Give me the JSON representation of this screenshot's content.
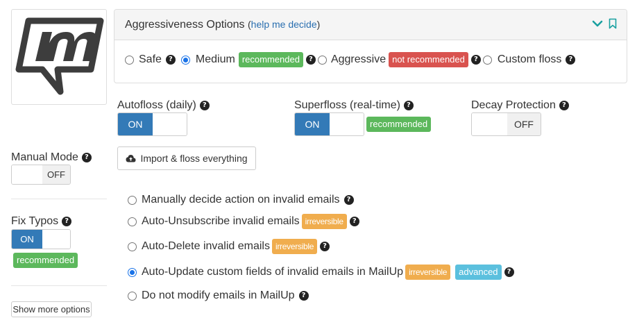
{
  "aggressiveness": {
    "title": "Aggressiveness Options",
    "help_link": "help me decide",
    "options": [
      {
        "label": "Safe",
        "selected": false
      },
      {
        "label": "Medium",
        "selected": true,
        "badge": "recommended"
      },
      {
        "label": "Aggressive",
        "selected": false,
        "badge": "not recommended"
      },
      {
        "label": "Custom floss",
        "selected": false
      }
    ]
  },
  "toggles": {
    "autofloss": {
      "label": "Autofloss (daily)",
      "state": "ON"
    },
    "superfloss": {
      "label": "Superfloss (real-time)",
      "state": "ON",
      "badge": "recommended"
    },
    "decay": {
      "label": "Decay Protection",
      "state": "OFF"
    },
    "manual_mode": {
      "label": "Manual Mode",
      "state": "OFF"
    },
    "fix_typos": {
      "label": "Fix Typos",
      "state": "ON",
      "badge": "recommended"
    }
  },
  "import_button": "Import & floss everything",
  "show_more": "Show more options",
  "invalid_actions": [
    {
      "label": "Manually decide action on invalid emails",
      "selected": false
    },
    {
      "label": "Auto-Unsubscribe invalid emails",
      "selected": false,
      "badges": [
        "irreversible"
      ]
    },
    {
      "label": "Auto-Delete invalid emails",
      "selected": false,
      "badges": [
        "irreversible"
      ]
    },
    {
      "label": "Auto-Update custom fields of invalid emails in MailUp",
      "selected": true,
      "badges": [
        "irreversible",
        "advanced"
      ]
    },
    {
      "label": "Do not modify emails in MailUp",
      "selected": false
    }
  ],
  "colors": {
    "primary": "#337ab7",
    "success": "#5cb85c",
    "danger": "#d9534f",
    "warning": "#f0ad4e",
    "info": "#5bc0de",
    "accent": "#1aa0a0"
  },
  "icons": [
    "logo-m-speech-bubble",
    "chevron-down-icon",
    "bookmark-icon",
    "help-icon",
    "cloud-upload-icon"
  ]
}
